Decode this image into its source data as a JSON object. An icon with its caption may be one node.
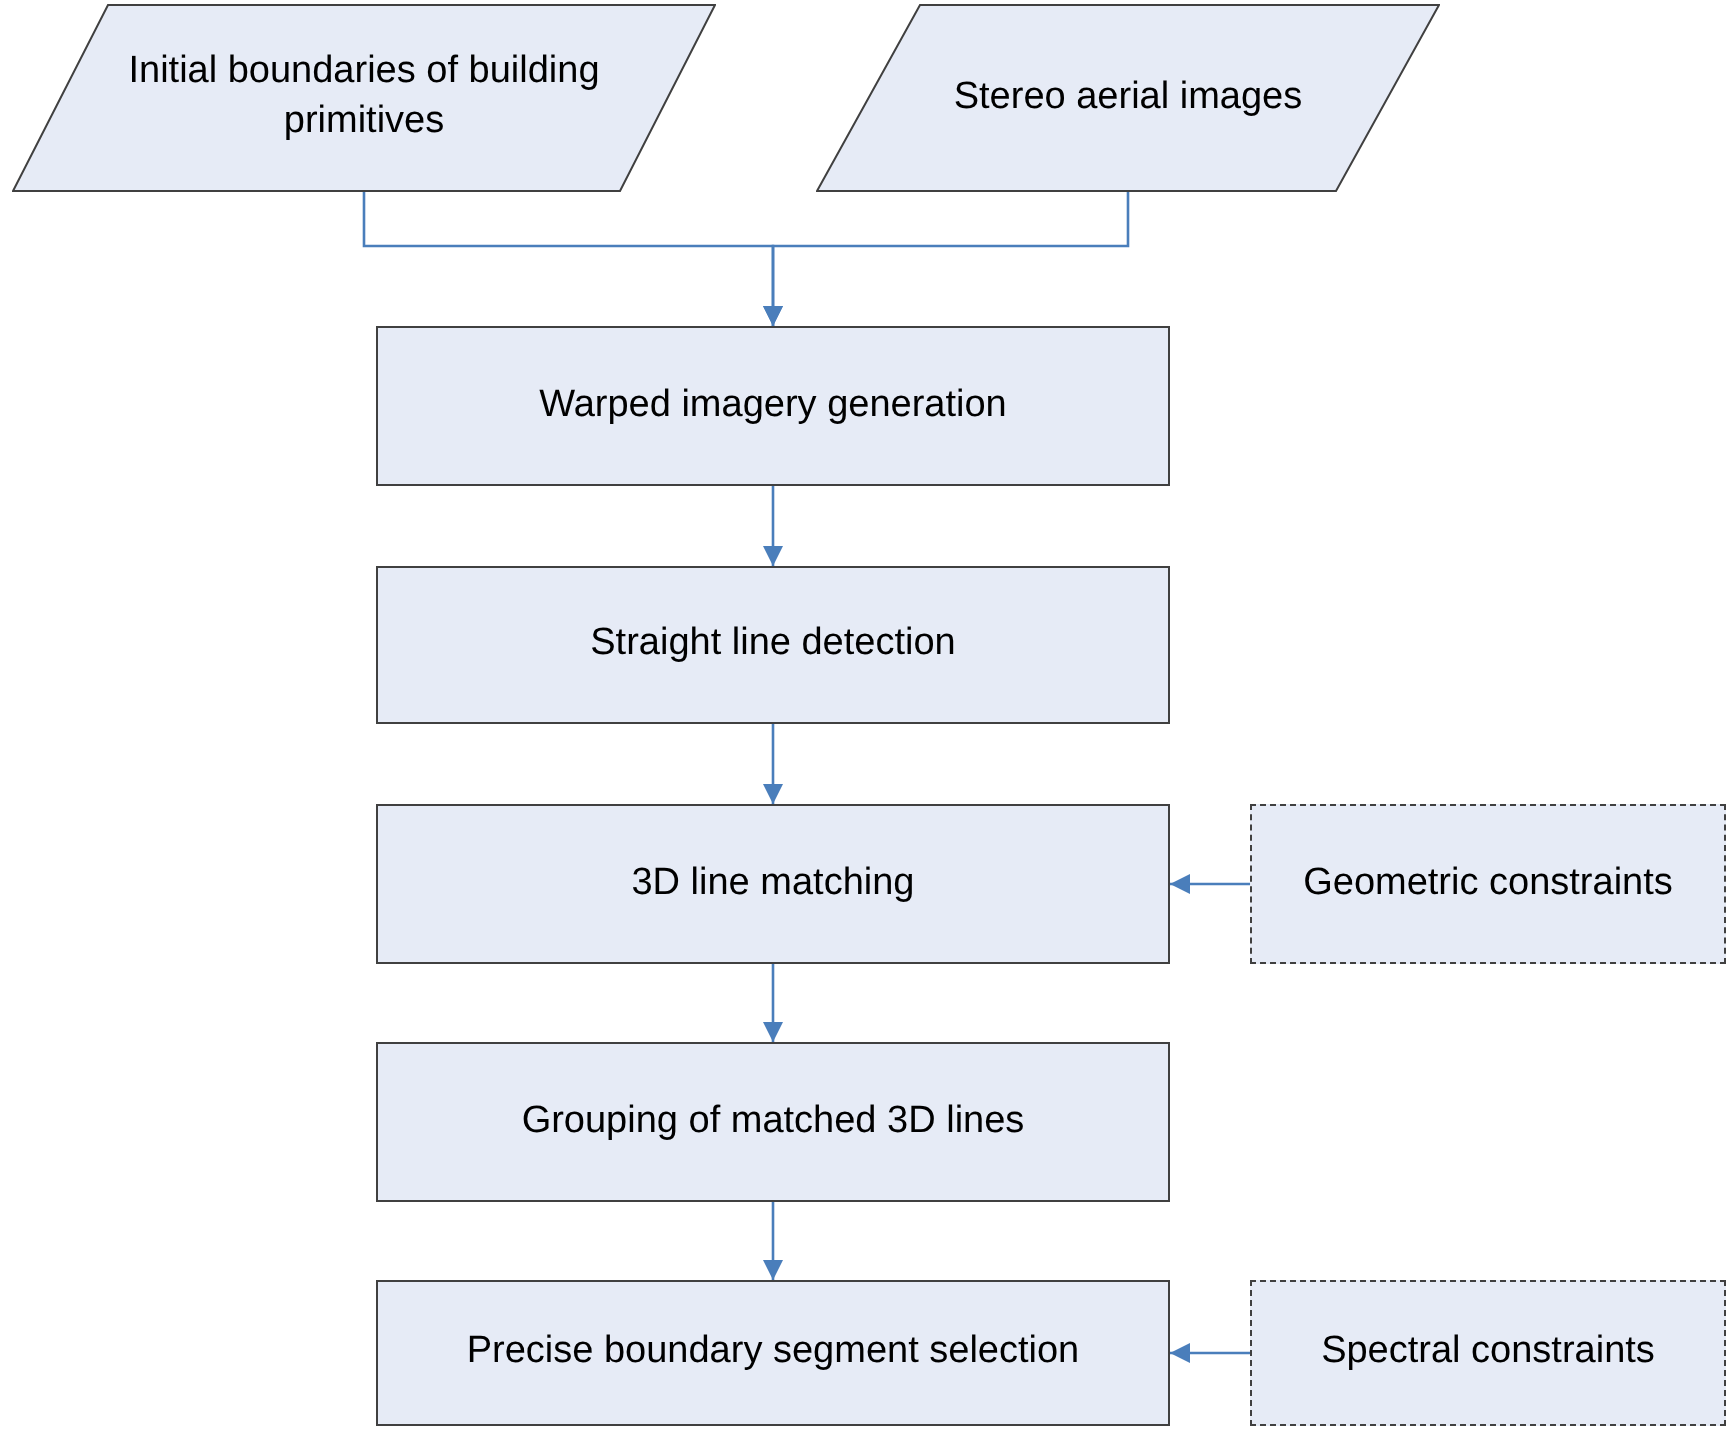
{
  "diagram": {
    "nodes": [
      {
        "text": [
          "Initial boundaries of building primitives"
        ]
      },
      {
        "text": [
          "Stereo aerial images"
        ]
      },
      {
        "text": [
          "Warped imagery generation"
        ]
      },
      {
        "text": [
          "Straight line detection"
        ]
      },
      {
        "text": [
          "3D line matching"
        ]
      },
      {
        "text": [
          "Geometric constraints"
        ]
      },
      {
        "text": [
          "Grouping of matched 3D lines"
        ]
      },
      {
        "text": [
          "Precise boundary segment selection"
        ]
      },
      {
        "text": [
          "Spectral constraints"
        ]
      }
    ],
    "edges": [
      {
        "from": 0,
        "to": 2,
        "arrow": "to"
      },
      {
        "from": 1,
        "to": 2,
        "arrow": "to"
      },
      {
        "from": 2,
        "to": 3,
        "arrow": "to"
      },
      {
        "from": 3,
        "to": 4,
        "arrow": "to"
      },
      {
        "from": 5,
        "to": 4,
        "arrow": "to"
      },
      {
        "from": 4,
        "to": 6,
        "arrow": "to"
      },
      {
        "from": 6,
        "to": 7,
        "arrow": "to"
      },
      {
        "from": 8,
        "to": 7,
        "arrow": "to"
      }
    ]
  }
}
